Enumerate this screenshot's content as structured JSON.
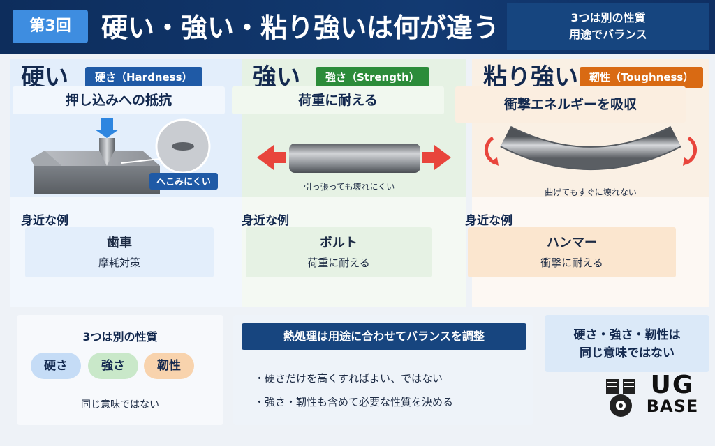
{
  "header": {
    "badge": "第3回",
    "title": "硬い・強い・粘り強いは何が違う",
    "subtitle_line1": "3つは別の性質",
    "subtitle_line2": "用途でバランス"
  },
  "panels": [
    {
      "title": "硬い",
      "tag": "硬さ（Hardness）",
      "desc": "押し込みへの抵抗",
      "caption": "へこみにくい",
      "example_head": "身近な例",
      "example_name": "歯車",
      "example_sub": "摩耗対策",
      "color": "#1f5aa6"
    },
    {
      "title": "強い",
      "tag": "強さ（Strength）",
      "desc": "荷重に耐える",
      "caption": "引っ張っても壊れにくい",
      "example_head": "身近な例",
      "example_name": "ボルト",
      "example_sub": "荷重に耐える",
      "color": "#2c8c3a"
    },
    {
      "title": "粘り強い",
      "tag": "靭性（Toughness）",
      "desc": "衝撃エネルギーを吸収",
      "caption": "曲げてもすぐに壊れない",
      "example_head": "身近な例",
      "example_name": "ハンマー",
      "example_sub": "衝撃に耐える",
      "color": "#d96a13"
    }
  ],
  "bottom_left": {
    "title": "3つは別の性質",
    "pills": [
      "硬さ",
      "強さ",
      "靭性"
    ],
    "note": "同じ意味ではない"
  },
  "bottom_mid": {
    "title": "熱処理は用途に合わせてバランスを調整",
    "line1": "・硬さだけを高くすればよい、ではない",
    "line2": "・強さ・靭性も含めて必要な性質を決める"
  },
  "bottom_right": {
    "line1": "硬さ・強さ・靭性は",
    "line2": "同じ意味ではない"
  },
  "logo": {
    "line1": "UG",
    "line2": "BASE"
  }
}
